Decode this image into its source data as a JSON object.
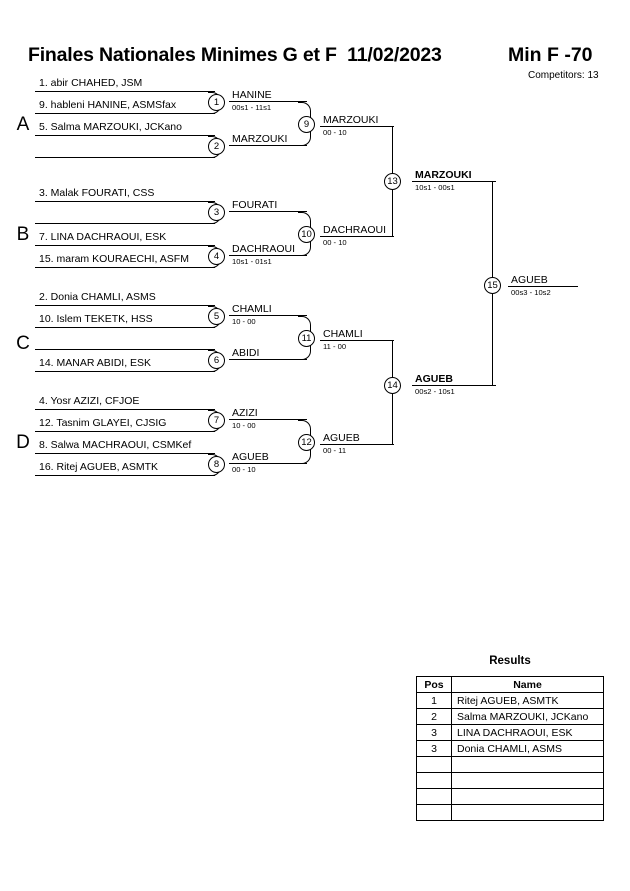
{
  "header": {
    "title": "Finales Nationales Minimes G et F  11/02/2023",
    "category": "Min F -70",
    "competitors": "Competitors: 13"
  },
  "sections": [
    {
      "letter": "A"
    },
    {
      "letter": "B"
    },
    {
      "letter": "C"
    },
    {
      "letter": "D"
    }
  ],
  "entries": [
    {
      "label": "1. abir CHAHED, JSM"
    },
    {
      "label": "9. hableni HANINE, ASMSfax"
    },
    {
      "label": "5. Salma MARZOUKI, JCKano"
    },
    {
      "label": ""
    },
    {
      "label": "3. Malak FOURATI, CSS"
    },
    {
      "label": ""
    },
    {
      "label": "7. LINA DACHRAOUI, ESK"
    },
    {
      "label": "15. maram KOURAECHI, ASFM"
    },
    {
      "label": "2. Donia CHAMLI, ASMS"
    },
    {
      "label": "10. Islem TEKETK, HSS"
    },
    {
      "label": ""
    },
    {
      "label": "14. MANAR ABIDI, ESK"
    },
    {
      "label": "4. Yosr AZIZI, CFJOE"
    },
    {
      "label": "12. Tasnim GLAYEI, CJSIG"
    },
    {
      "label": "8. Salwa MACHRAOUI, CSMKef"
    },
    {
      "label": "16. Ritej AGUEB, ASMTK"
    }
  ],
  "matches": [
    {
      "no": "1",
      "winner": "HANINE",
      "score": "00s1 - 11s1"
    },
    {
      "no": "2",
      "winner": "MARZOUKI",
      "score": ""
    },
    {
      "no": "3",
      "winner": "FOURATI",
      "score": ""
    },
    {
      "no": "4",
      "winner": "DACHRAOUI",
      "score": "10s1 - 01s1"
    },
    {
      "no": "5",
      "winner": "CHAMLI",
      "score": "10 - 00"
    },
    {
      "no": "6",
      "winner": "ABIDI",
      "score": ""
    },
    {
      "no": "7",
      "winner": "AZIZI",
      "score": "10 - 00"
    },
    {
      "no": "8",
      "winner": "AGUEB",
      "score": "00 - 10"
    },
    {
      "no": "9",
      "winner": "MARZOUKI",
      "score": "00 - 10"
    },
    {
      "no": "10",
      "winner": "DACHRAOUI",
      "score": "00 - 10"
    },
    {
      "no": "11",
      "winner": "CHAMLI",
      "score": "11 - 00"
    },
    {
      "no": "12",
      "winner": "AGUEB",
      "score": "00 - 11"
    },
    {
      "no": "13",
      "winner": "MARZOUKI",
      "score": "10s1 - 00s1"
    },
    {
      "no": "14",
      "winner": "AGUEB",
      "score": "00s2 - 10s1"
    },
    {
      "no": "15",
      "winner": "AGUEB",
      "score": "00s3 - 10s2"
    }
  ],
  "results": {
    "title": "Results",
    "columns": [
      "Pos",
      "Name"
    ],
    "rows": [
      {
        "pos": "1",
        "name": "Ritej AGUEB, ASMTK"
      },
      {
        "pos": "2",
        "name": "Salma MARZOUKI, JCKano"
      },
      {
        "pos": "3",
        "name": "LINA DACHRAOUI, ESK"
      },
      {
        "pos": "3",
        "name": "Donia CHAMLI, ASMS"
      },
      {
        "pos": "",
        "name": ""
      },
      {
        "pos": "",
        "name": ""
      },
      {
        "pos": "",
        "name": ""
      },
      {
        "pos": "",
        "name": ""
      }
    ]
  }
}
